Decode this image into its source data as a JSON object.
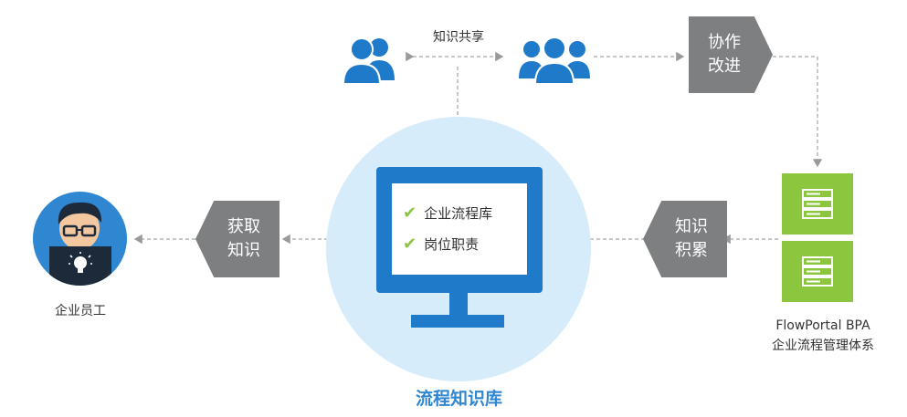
{
  "knowledge_share_label": "知识共享",
  "collab": {
    "line1": "协作",
    "line2": "改进"
  },
  "acquire": {
    "line1": "获取",
    "line2": "知识"
  },
  "accumulate": {
    "line1": "知识",
    "line2": "积累"
  },
  "monitor_items": [
    "企业流程库",
    "岗位职责"
  ],
  "library_title": "流程知识库",
  "employee_label": "企业员工",
  "system": {
    "line1": "FlowPortal BPA",
    "line2": "企业流程管理体系"
  },
  "colors": {
    "blue": "#1f7ac9",
    "light_blue": "#d6ecfa",
    "green": "#8cc63f",
    "grey": "#7d7f81",
    "title_blue": "#2f86d1"
  },
  "icons": [
    "users-icon",
    "server-icon",
    "check-icon",
    "employee-icon"
  ]
}
